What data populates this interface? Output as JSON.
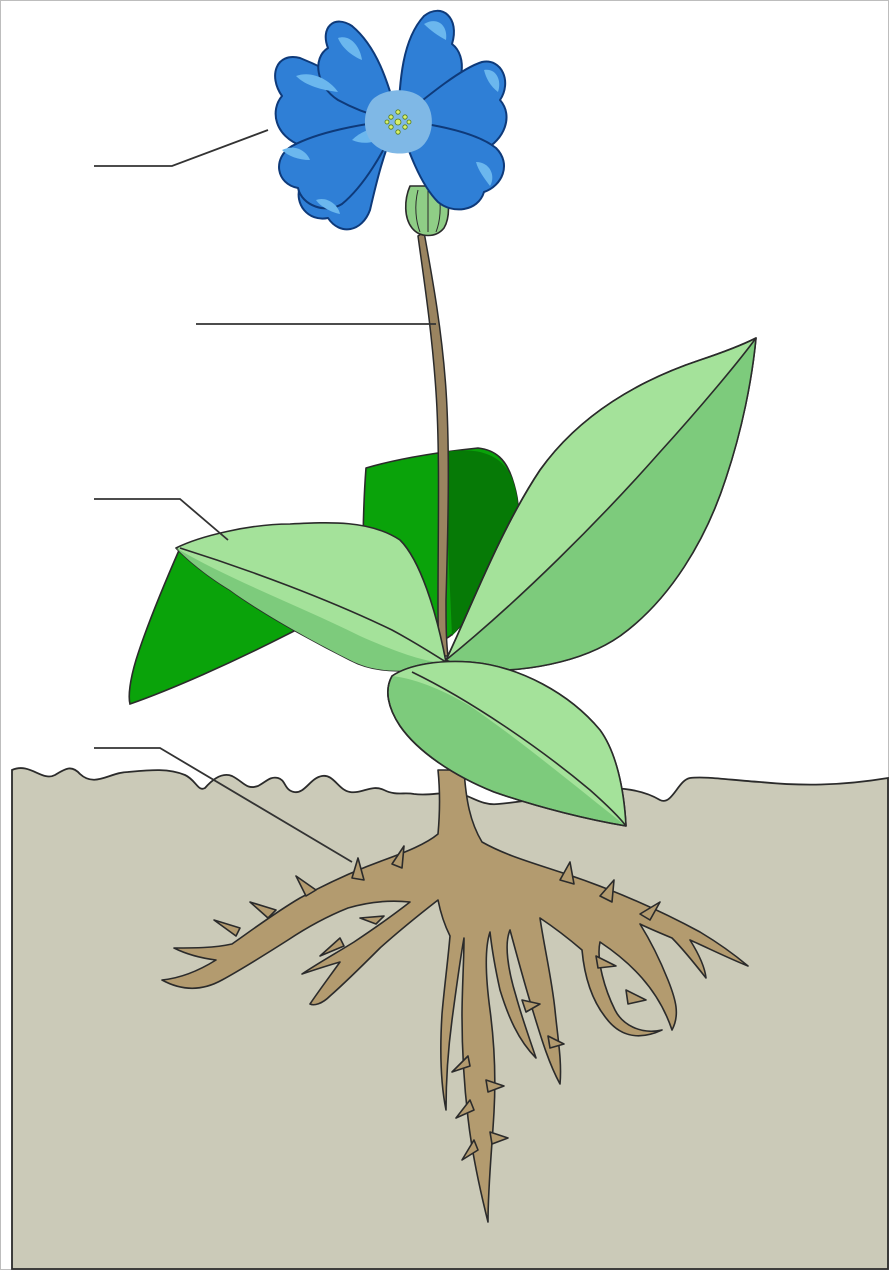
{
  "diagram": {
    "subject": "plant-parts",
    "labels": [
      {
        "part": "flower",
        "text": ""
      },
      {
        "part": "stem",
        "text": ""
      },
      {
        "part": "leaf",
        "text": ""
      },
      {
        "part": "roots",
        "text": ""
      }
    ]
  },
  "colors": {
    "background": "#ffffff",
    "soil": "#cbcab8",
    "outline": "#222222",
    "petal": "#2f7fd6",
    "petal_highlight": "#6bb7ee",
    "petal_center": "#7fb8e6",
    "flower_eye": "#d8f06a",
    "sepal": "#8fce86",
    "stem": "#9a8460",
    "root": "#b39b6f",
    "leaf_light": "#a4e29a",
    "leaf_mid": "#7dcb7c",
    "leaf_dark": "#0aa30a",
    "leaf_darkest": "#067a06",
    "label_line": "#333333"
  }
}
